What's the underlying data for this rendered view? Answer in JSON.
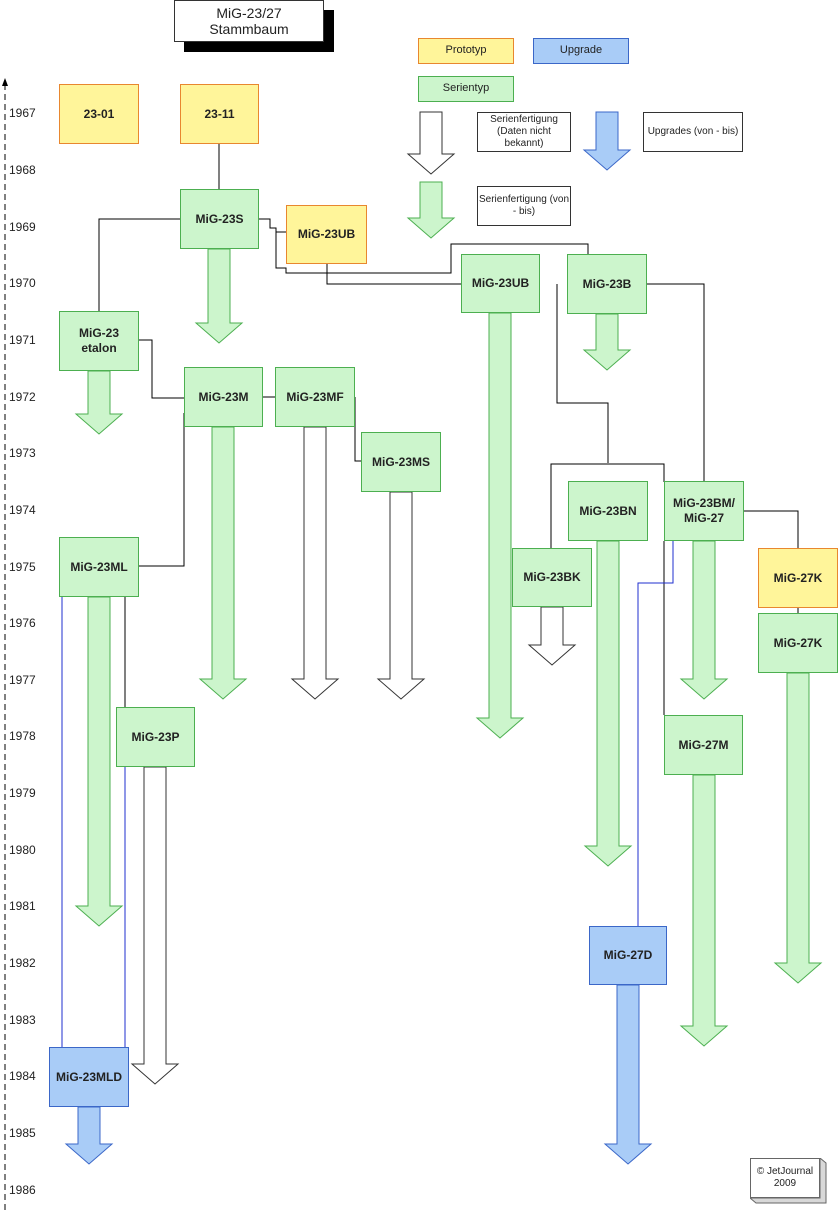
{
  "title": {
    "line1": "MiG-23/27",
    "line2": "Stammbaum"
  },
  "legend": {
    "prototype": "Prototyp",
    "upgrade": "Upgrade",
    "series_type": "Serientyp",
    "production_unknown": "Serienfertigung (Daten nicht bekannt)",
    "production_range": "Serienfertigung (von - bis)",
    "upgrades_range": "Upgrades (von - bis)"
  },
  "years": [
    "1967",
    "1968",
    "1969",
    "1970",
    "1971",
    "1972",
    "1973",
    "1974",
    "1975",
    "1976",
    "1977",
    "1978",
    "1979",
    "1980",
    "1981",
    "1982",
    "1983",
    "1984",
    "1985",
    "1986"
  ],
  "boxes": {
    "b2301": "23-01",
    "b2311": "23-11",
    "mig23s": "MiG-23S",
    "mig23ub_proto": "MiG-23UB",
    "mig23ub": "MiG-23UB",
    "mig23b": "MiG-23B",
    "mig23etalon_l1": "MiG-23",
    "mig23etalon_l2": "etalon",
    "mig23m": "MiG-23M",
    "mig23mf": "MiG-23MF",
    "mig23ms": "MiG-23MS",
    "mig23bn": "MiG-23BN",
    "mig23bm_l1": "MiG-23BM/",
    "mig23bm_l2": "MiG-27",
    "mig23ml": "MiG-23ML",
    "mig23bk": "MiG-23BK",
    "mig27k_proto": "MiG-27K",
    "mig27k": "MiG-27K",
    "mig23p": "MiG-23P",
    "mig27m": "MiG-27M",
    "mig27d": "MiG-27D",
    "mig23mld": "MiG-23MLD"
  },
  "colors": {
    "prototype_fill": "#fff59a",
    "prototype_border": "#e8872f",
    "series_fill": "#ccf5cc",
    "series_border": "#4caf50",
    "upgrade_fill": "#a9ccf7",
    "upgrade_border": "#3b67c8"
  },
  "copyright": {
    "line1": "© JetJournal",
    "line2": "2009"
  }
}
